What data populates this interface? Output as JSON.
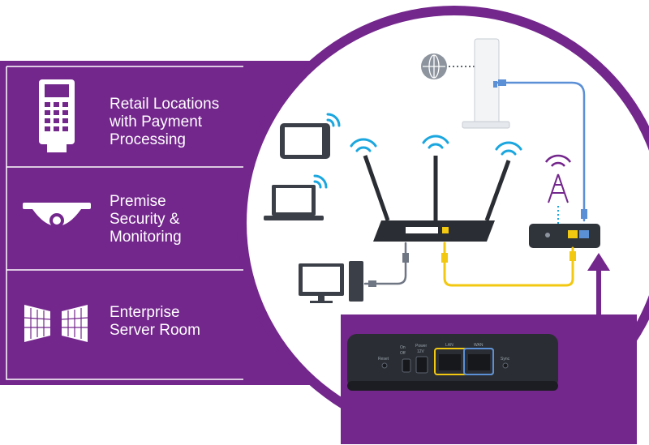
{
  "colors": {
    "brand_purple": "#73268c",
    "panel_line": "#ffffff",
    "cable_yellow": "#f2c811",
    "cable_blue": "#5b8fd6",
    "cable_gray": "#6f7683",
    "wifi_blue": "#1aa6df",
    "device_dark": "#2a2d33"
  },
  "use_cases": [
    {
      "lines": [
        "Retail Locations",
        "with Payment",
        "Processing"
      ],
      "icon": "payment-terminal-icon"
    },
    {
      "lines": [
        "Premise",
        "Security &",
        "Monitoring"
      ],
      "icon": "security-camera-icon"
    },
    {
      "lines": [
        "Enterprise",
        "Server Room"
      ],
      "icon": "server-room-icon"
    }
  ],
  "adapter_ports": {
    "reset_label": "Reset",
    "switch_on_label": "On",
    "switch_off_label": "Off",
    "power_label": "Power",
    "power_spec": "12V",
    "lan_label": "LAN",
    "wan_label": "WAN",
    "sync_label": "Sync"
  }
}
